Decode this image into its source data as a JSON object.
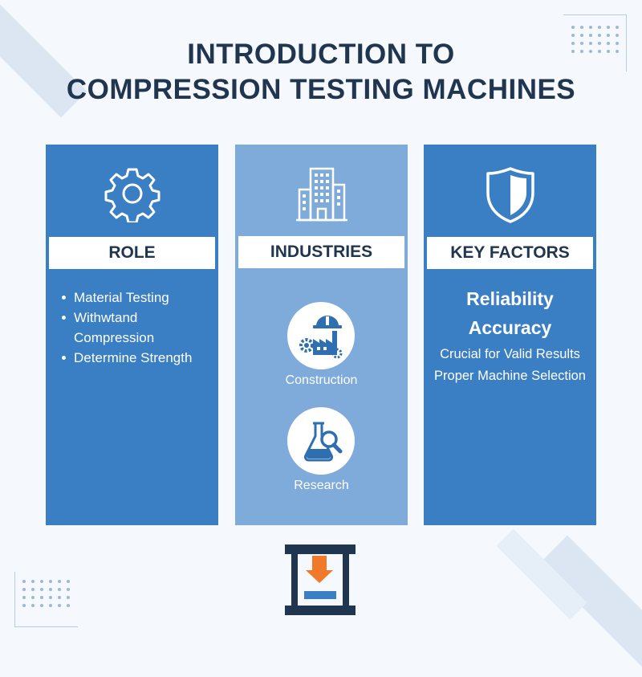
{
  "title_line1": "INTRODUCTION TO",
  "title_line2": "COMPRESSION TESTING MACHINES",
  "colors": {
    "dark": "#1f3550",
    "blue": "#3a7ec4",
    "light_blue": "#7eabd9",
    "accent": "#f07a2a"
  },
  "cards": [
    {
      "icon": "gear-icon",
      "label": "ROLE",
      "bullets": [
        "Material Testing",
        "Withwtand Compression",
        "Determine Strength"
      ]
    },
    {
      "icon": "building-icon",
      "label": "INDUSTRIES",
      "industries": [
        {
          "icon": "construction-icon",
          "label": "Construction"
        },
        {
          "icon": "research-icon",
          "label": "Research"
        }
      ]
    },
    {
      "icon": "shield-icon",
      "label": "KEY FACTORS",
      "factors_big": [
        "Reliability",
        "Accuracy"
      ],
      "factors_small": [
        "Crucial for Valid Results",
        "Proper Machine Selection"
      ]
    }
  ],
  "bottom_icon": "compression-press-icon"
}
